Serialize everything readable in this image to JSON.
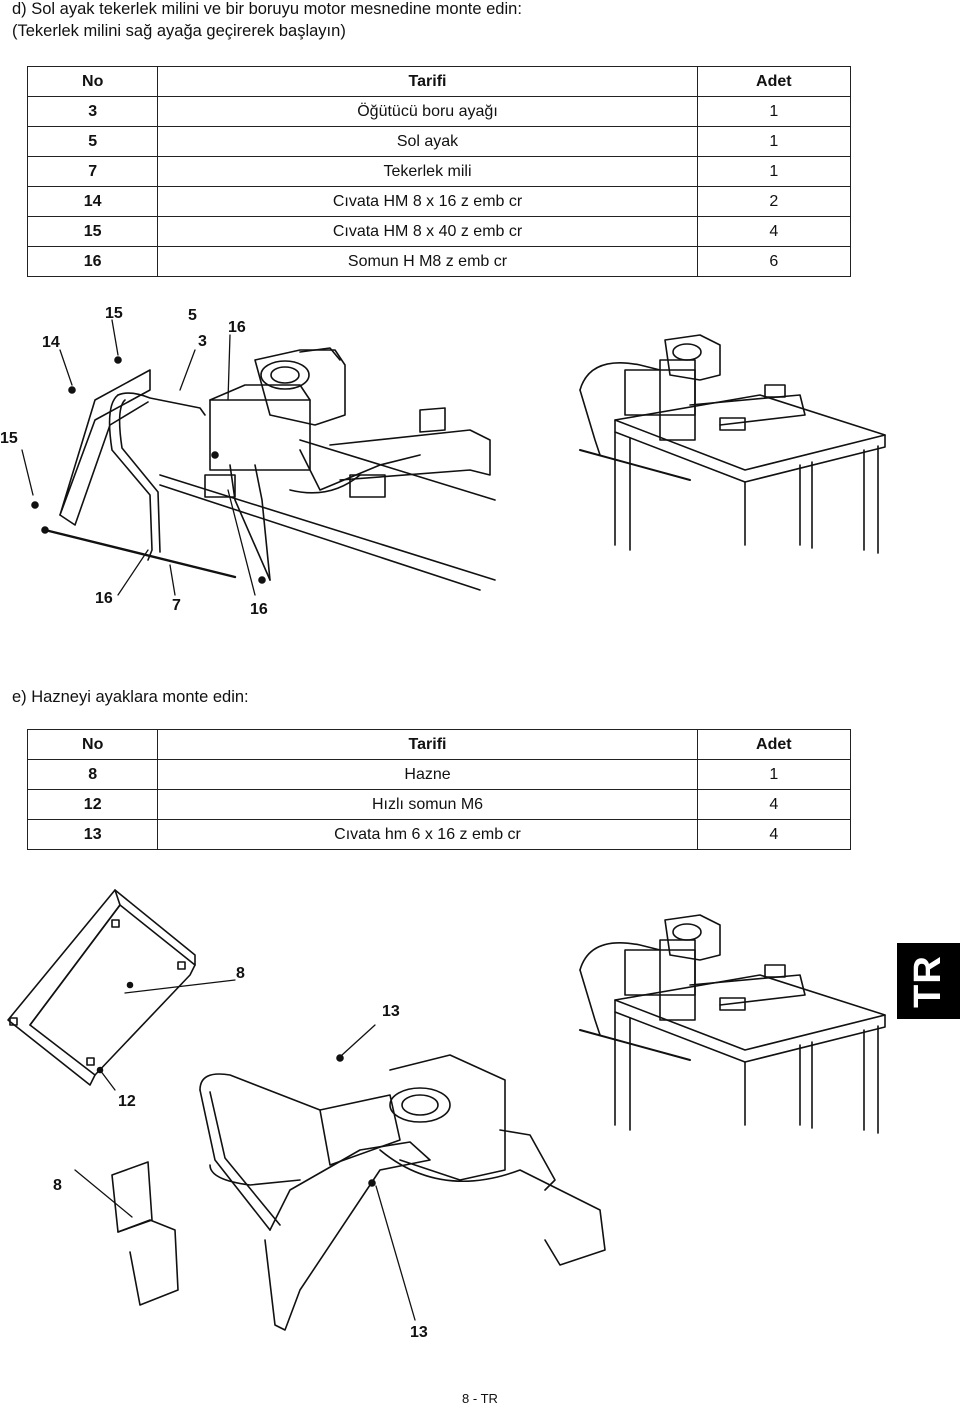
{
  "section_d": {
    "title_line1": "d) Sol ayak tekerlek milini ve bir boruyu motor mesnedine monte edin:",
    "title_line2": "(Tekerlek milini sağ ayağa geçirerek başlayın)",
    "headers": {
      "no": "No",
      "desc": "Tarifi",
      "qty": "Adet"
    },
    "rows": [
      {
        "no": "3",
        "desc": "Öğütücü boru ayağı",
        "qty": "1"
      },
      {
        "no": "5",
        "desc": "Sol ayak",
        "qty": "1"
      },
      {
        "no": "7",
        "desc": "Tekerlek mili",
        "qty": "1"
      },
      {
        "no": "14",
        "desc": "Cıvata HM 8 x 16 z emb cr",
        "qty": "2"
      },
      {
        "no": "15",
        "desc": "Cıvata HM 8 x 40 z emb cr",
        "qty": "4"
      },
      {
        "no": "16",
        "desc": "Somun H M8 z emb cr",
        "qty": "6"
      }
    ],
    "callouts": {
      "c14": "14",
      "c15a": "15",
      "c5": "5",
      "c3": "3",
      "c16a": "16",
      "c15b": "15",
      "c16b": "16",
      "c7": "7",
      "c16c": "16"
    }
  },
  "section_e": {
    "title": "e) Hazneyi ayaklara monte edin:",
    "headers": {
      "no": "No",
      "desc": "Tarifi",
      "qty": "Adet"
    },
    "rows": [
      {
        "no": "8",
        "desc": "Hazne",
        "qty": "1"
      },
      {
        "no": "12",
        "desc": "Hızlı somun M6",
        "qty": "4"
      },
      {
        "no": "13",
        "desc": "Cıvata hm 6 x 16 z emb cr",
        "qty": "4"
      }
    ],
    "callouts": {
      "c8a": "8",
      "c13a": "13",
      "c12": "12",
      "c8b": "8",
      "c13b": "13"
    }
  },
  "language_tab": "TR",
  "page_number": "8 - TR"
}
